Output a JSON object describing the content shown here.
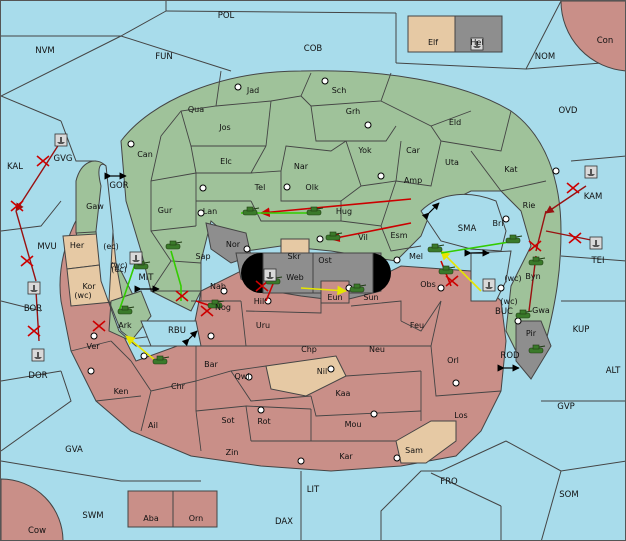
{
  "colors": {
    "sea": "#a8dceb",
    "green": "#9fc29a",
    "red": "#c98f88",
    "tan": "#e6c9a4",
    "gray": "#8e8e8e",
    "black": "#000000",
    "border": "#444444",
    "move_green": "#33cc00",
    "move_red": "#cc0000",
    "move_yellow": "#f0f000",
    "move_darkred": "#991111"
  },
  "sea_labels": [
    "POL",
    "COB",
    "FUN",
    "NVM",
    "NOM",
    "OVD",
    "KAL",
    "GVG",
    "GOR",
    "MVU",
    "BOR",
    "DOR",
    "MIT",
    "RBU",
    "KAM",
    "TEI",
    "SMA",
    "BUC",
    "KUP",
    "ROD",
    "ALT",
    "GVP",
    "GVA",
    "FRO",
    "LIT",
    "SOM",
    "SWM",
    "DAX",
    "Con",
    "Cow"
  ],
  "land_labels": [
    "Elf",
    "Hel",
    "Jad",
    "Sch",
    "Qua",
    "Grh",
    "Jos",
    "Eld",
    "Can",
    "Yok",
    "Car",
    "Elc",
    "Nar",
    "Uta",
    "Kat",
    "Tel",
    "Olk",
    "Amp",
    "Gaw",
    "Gur",
    "Lan",
    "Hug",
    "Rie",
    "Nor",
    "Skr",
    "Ost",
    "Vil",
    "Esm",
    "Bri",
    "Her",
    "(wc)",
    "(ec)",
    "Sap",
    "Web",
    "Mel",
    "Kor",
    "Nab",
    "Hil",
    "Eun",
    "Obs",
    "Byn",
    "Sun",
    "Ark",
    "Nog",
    "Gwa",
    "Uru",
    "Feu",
    "Pir",
    "Ver",
    "Chp",
    "Neu",
    "Orl",
    "Bar",
    "Qwi",
    "Nil",
    "Ken",
    "Chr",
    "Kaa",
    "Ail",
    "Sot",
    "Rot",
    "Mou",
    "Los",
    "Zin",
    "Kar",
    "Sam",
    "Aba",
    "Orn"
  ],
  "unit_icons": [
    "army-icon",
    "fleet-icon"
  ],
  "order_markers": [
    "move-arrow",
    "support-line",
    "hold-cross"
  ]
}
